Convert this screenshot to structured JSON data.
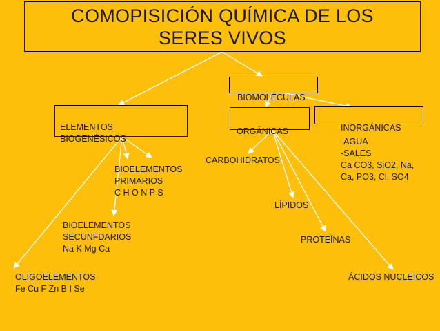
{
  "title": "COMOPISICIÓN QUÍMICA DE LOS\nSERES VIVOS",
  "nodes": {
    "biomoleculas": "BIOMOLÉCULAS",
    "elementos_biogenesicos": "ELEMENTOS\nBIOGENÉSICOS",
    "organicas": "ORGÁNICAS",
    "inorganicas": "INORGÁNICAS",
    "bioelementos_primarios": "BIOELEMENTOS\nPRIMARIOS\nC H O N P S",
    "bioelementos_secundarios": "BIOELEMENTOS\nSECUNFDARIOS\nNa  K Mg Ca",
    "oligoelementos": "OLIGOELEMENTOS\nFe Cu F Zn B I Se",
    "carbohidratos": "CARBOHIDRATOS",
    "lipidos": "LÍPIDOS",
    "proteinas": "PROTEÍNAS",
    "acidos_nucleicos": "ÁCIDOS NUCLEICOS",
    "inorganicas_lista": "-AGUA\n-SALES\nCa CO3, SiO2, Na,\nCa, PO3, Cl, SO4"
  },
  "colors": {
    "background": "#FDBF09",
    "arrow": "#FFFFFF",
    "border": "#000000",
    "text": "#1a1a1a"
  }
}
